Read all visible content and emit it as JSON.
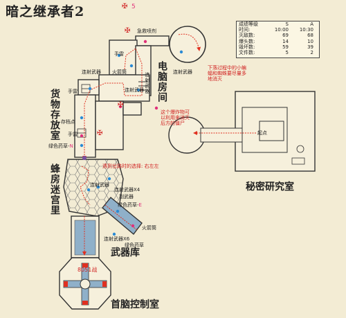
{
  "title": "暗之继承者2",
  "legend": {
    "icon": "cross-icon",
    "value": "5"
  },
  "labels": {
    "emergency_spray": "急救喷剂",
    "grenade_top": "手雷",
    "grenade_mid": "手雷",
    "grenade_low": "手雷",
    "rocket_top": "火箭筒",
    "mg_top_left": "连射武器",
    "mg_computer": "连射武器",
    "mg_right_of_room": "连射武器",
    "mg_vert_label": "连射武器",
    "save_point": "存档点",
    "green_herb_n": "绿色药草",
    "green_herb_n_letter": "N",
    "green_herb_e": "绿色药草",
    "green_herb_e_letter": "E",
    "green_herb_lower": "绿色药草",
    "mg_honey1": "连射武器",
    "mg_honey2": "连射武器X4",
    "submachine": "副武器",
    "mg_x6": "连射武器X6",
    "rocket_armory": "火箭筒",
    "start_point": "起点",
    "boss_label": "8051战",
    "computer_note": "下落过程中的小蝙蝠和蜘蛛要尽量多地消灭",
    "bomb_note": "这个爆炸物可以利用来消灭后方的僵尸",
    "path_note": "遇到岔路时的选择: 右左左"
  },
  "rooms": {
    "computer_room": "电脑房间",
    "cargo_room": "货物存放室",
    "honeycomb": "蜂房迷宫里",
    "armory": "武器库",
    "secret_lab": "秘密研究室",
    "brain_control": "首脑控制室"
  },
  "stats": {
    "header": [
      "成绩等级",
      "S",
      "A"
    ],
    "rows": [
      [
        "时间:",
        "10:00",
        "10:30"
      ],
      [
        "灭敌数:",
        "69",
        "68"
      ],
      [
        "爆头数:",
        "14",
        "10"
      ],
      [
        "毁坏数:",
        "59",
        "39"
      ],
      [
        "文件数:",
        "5",
        "2"
      ]
    ]
  },
  "colors": {
    "background": "#f3ecd4",
    "wall": "#333333",
    "path_red": "#e03020",
    "note_red": "#d02020",
    "item_blue": "#2a8ad4",
    "item_pink": "#e0307a",
    "floor_blue": "#8fb0c9"
  }
}
